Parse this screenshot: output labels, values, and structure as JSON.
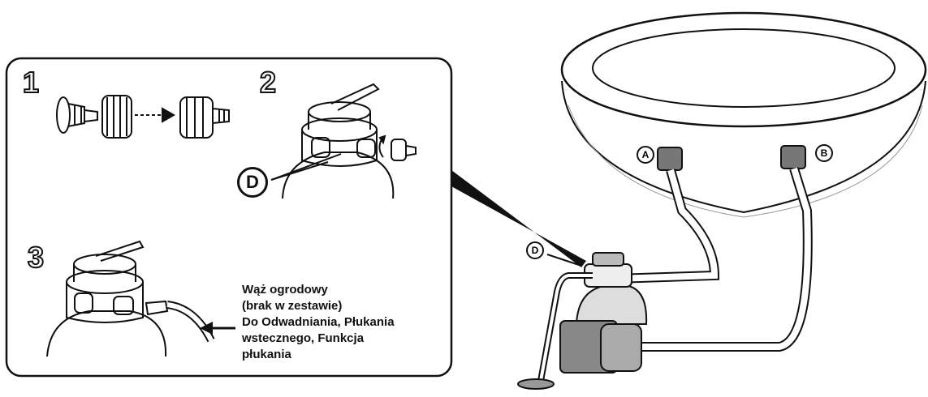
{
  "steps": {
    "s1": "1",
    "s2": "2",
    "s3": "3"
  },
  "callouts": {
    "detail_D": "D",
    "main_D": "D",
    "inlet_A": "A",
    "outlet_B": "B"
  },
  "hose_note": {
    "line1": "Wąż ogrodowy",
    "line2": "(brak w zestawie)",
    "line3": "Do Odwadniania, Płukania",
    "line4": "wstecznego, Funkcja",
    "line5": "płukania"
  }
}
